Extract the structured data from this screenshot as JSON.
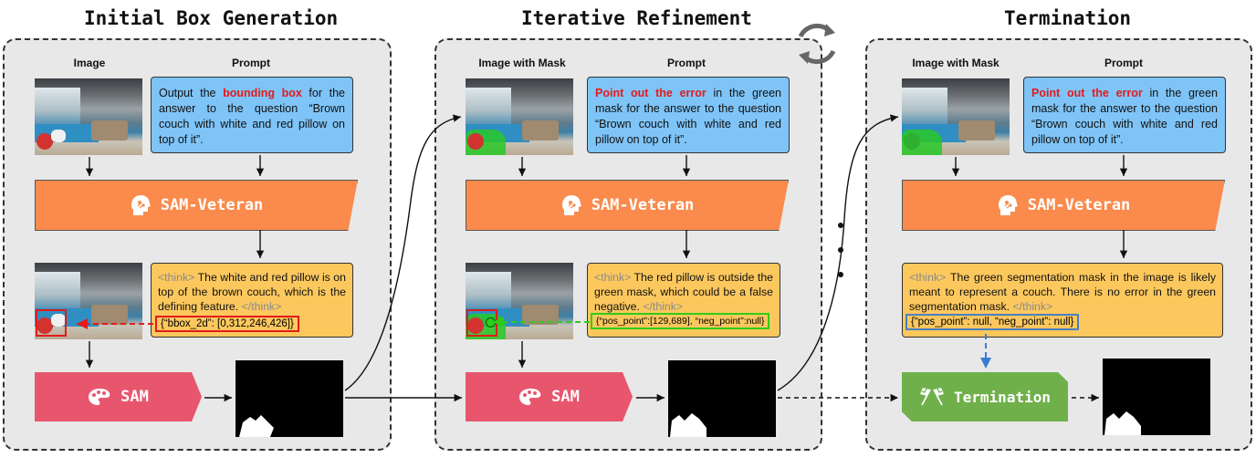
{
  "stages": [
    {
      "title": "Initial Box Generation"
    },
    {
      "title": "Iterative Refinement"
    },
    {
      "title": "Termination"
    }
  ],
  "panel1": {
    "image_label": "Image",
    "prompt_label": "Prompt",
    "prompt": {
      "pre": "Output the ",
      "highlight": "bounding box",
      "post": " for the answer to the question “Brown couch with white and red pillow on top of it”."
    },
    "model_label": "SAM-Veteran",
    "response": {
      "think_open": "<think>",
      "text": " The white and red pillow is on top of the brown couch, which is the defining feature. ",
      "think_close": "</think>"
    },
    "answer": "{“bbox_2d”: [0,312,246,426]}",
    "sam_label": "SAM"
  },
  "panel2": {
    "image_label": "Image with Mask",
    "prompt_label": "Prompt",
    "prompt": {
      "highlight": "Point out the error",
      "post": " in the green mask for the answer to the question “Brown couch with white and red pillow on top of it”."
    },
    "model_label": "SAM-Veteran",
    "response": {
      "think_open": "<think>",
      "text": " The red pillow is outside the green mask, which could be a false negative. ",
      "think_close": "</think>"
    },
    "answer": "{“pos_point”:[129,689], “neg_point”:null}",
    "sam_label": "SAM"
  },
  "panel3": {
    "image_label": "Image with Mask",
    "prompt_label": "Prompt",
    "prompt": {
      "highlight": "Point out the error",
      "post": " in the green mask for the answer to the question “Brown couch with white and red pillow on top of it”."
    },
    "model_label": "SAM-Veteran",
    "response": {
      "think_open": "<think>",
      "text": " The green segmentation mask in the image is likely meant to represent a couch. There is no error in the green segmentation mask. ",
      "think_close": "</think>"
    },
    "answer": "{“pos_point”: null, “neg_point”: null}",
    "termination_label": "Termination"
  },
  "icons": {
    "model": "brain-head-icon",
    "sam": "paint-palette-icon",
    "termination": "checkered-flags-icon",
    "loop": "refresh-cycle-icon"
  },
  "colors": {
    "prompt_bg": "#7fc4f7",
    "response_bg": "#fcc85e",
    "veteran": "#fa8b4c",
    "sam": "#e8566e",
    "termination": "#6fb04a",
    "bbox_arrow": "#e31b1b",
    "point_arrow": "#2ecc1a",
    "term_arrow": "#3a7bd5"
  }
}
